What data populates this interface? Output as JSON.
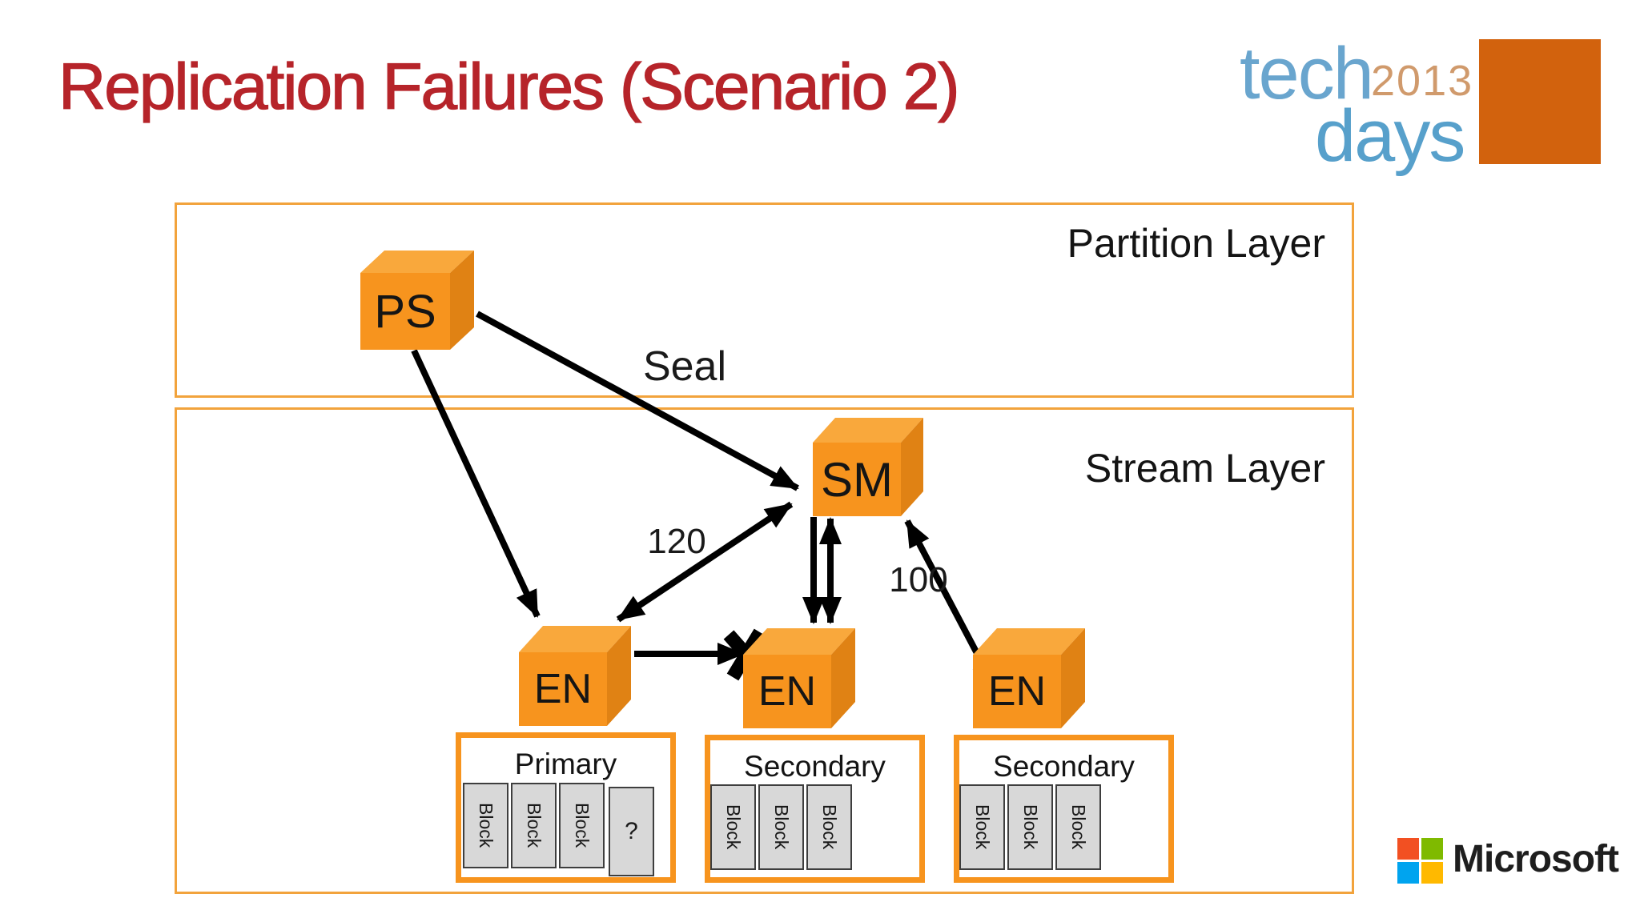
{
  "title": "Replication Failures (Scenario 2)",
  "brand": {
    "tech": "tech",
    "year": "2013",
    "days": "days"
  },
  "layers": {
    "partition": {
      "label": "Partition Layer"
    },
    "stream": {
      "label": "Stream Layer"
    }
  },
  "nodes": {
    "ps": {
      "label": "PS"
    },
    "sm": {
      "label": "SM"
    },
    "en1": {
      "label": "EN"
    },
    "en2": {
      "label": "EN"
    },
    "en3": {
      "label": "EN"
    }
  },
  "edges": {
    "seal": {
      "label": "Seal"
    },
    "offset_120": {
      "label": "120"
    },
    "offset_100": {
      "label": "100"
    }
  },
  "containers": [
    {
      "label": "Primary",
      "blocks": [
        "Block",
        "Block",
        "Block",
        "?"
      ]
    },
    {
      "label": "Secondary",
      "blocks": [
        "Block",
        "Block",
        "Block"
      ]
    },
    {
      "label": "Secondary",
      "blocks": [
        "Block",
        "Block",
        "Block"
      ]
    }
  ],
  "footer_brand": {
    "name": "Microsoft"
  },
  "colors": {
    "title_red": "#B6242A",
    "cube_front": "#F7941E",
    "cube_top": "#F9A83C",
    "cube_side": "#E08214",
    "layer_border": "#F2A33C",
    "container_border": "#F7941E",
    "block_fill": "#D8D8D8",
    "techdays_blue": "#69A5CE",
    "techdays_tan": "#D09A6C",
    "techdays_square": "#D2620D",
    "ms_red": "#F25022",
    "ms_green": "#7FBA00",
    "ms_blue": "#00A4EF",
    "ms_yellow": "#FFB900"
  }
}
